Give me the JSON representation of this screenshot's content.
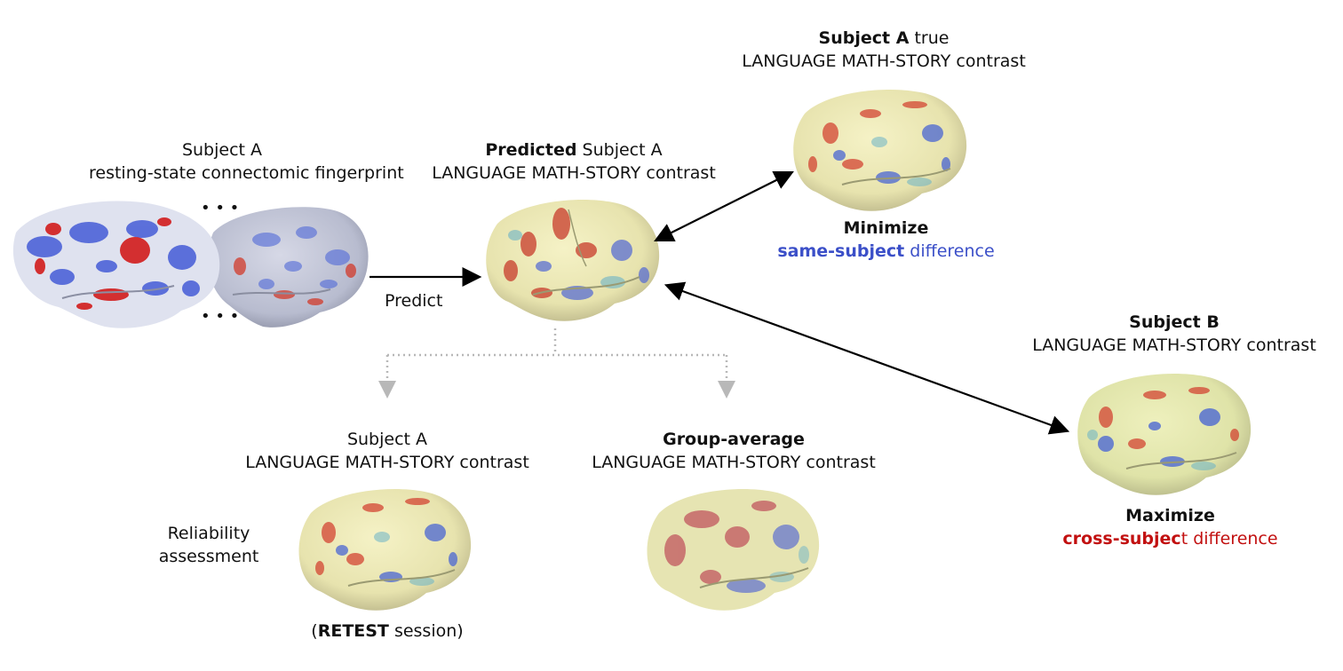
{
  "input": {
    "line1": "Subject A",
    "line2": "resting-state connectomic fingerprint",
    "dots_top": "• • •",
    "dots_bottom": "• • •"
  },
  "arrow_predict": {
    "label": "Predict"
  },
  "predicted": {
    "bold": "Predicted",
    "rest": " Subject A",
    "line2": "LANGUAGE MATH-STORY contrast"
  },
  "true_map": {
    "bold": "Subject A",
    "rest": " true",
    "line2": "LANGUAGE MATH-STORY contrast"
  },
  "minimize": {
    "title": "Minimize",
    "bold": "same-subject",
    "rest": " difference",
    "color": "#3b4fc8"
  },
  "subject_b": {
    "bold": "Subject B",
    "line2": "LANGUAGE MATH-STORY contrast"
  },
  "maximize": {
    "title": "Maximize",
    "bold": "cross-subjec",
    "rest": "t difference",
    "color": "#c21010"
  },
  "retest": {
    "line1": "Subject A",
    "line2": "LANGUAGE MATH-STORY contrast",
    "side_line1": "Reliability",
    "side_line2": "assessment",
    "open": "(",
    "bold": "RETEST",
    "rest": " session)"
  },
  "group": {
    "bold": "Group-average",
    "line2": "LANGUAGE MATH-STORY contrast"
  }
}
